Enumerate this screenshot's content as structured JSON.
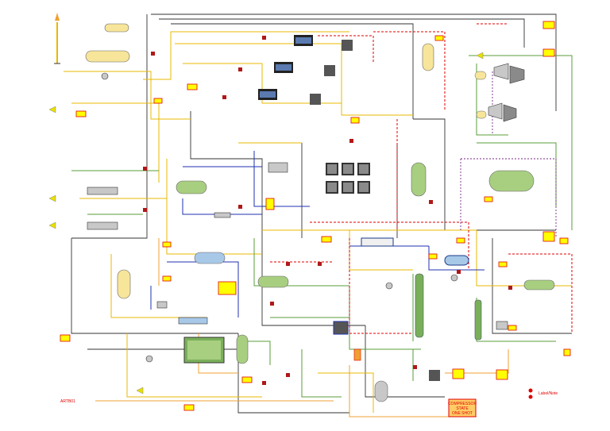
{
  "diagram": {
    "corner_label": "ARTB01",
    "legend_label": "Label/Note",
    "footer_box": {
      "line1": "COMPRESSOR",
      "line2": "STATE",
      "line3": "ONE SHOT"
    }
  },
  "colors": {
    "background": "#ffffff",
    "pipe_yellow": "#e8b800",
    "pipe_orange": "#f0a030",
    "pipe_green": "#5a9e3a",
    "pipe_blue": "#2030b0",
    "pipe_red": "#e00000",
    "pipe_dark": "#333333",
    "pipe_purple": "#7a2a8a",
    "vessel_green": "#a8cf80",
    "vessel_blue": "#a8c8e8",
    "vessel_yellow": "#f7e59a",
    "tag_yellow": "#ffff00",
    "tag_border": "#e00000"
  }
}
